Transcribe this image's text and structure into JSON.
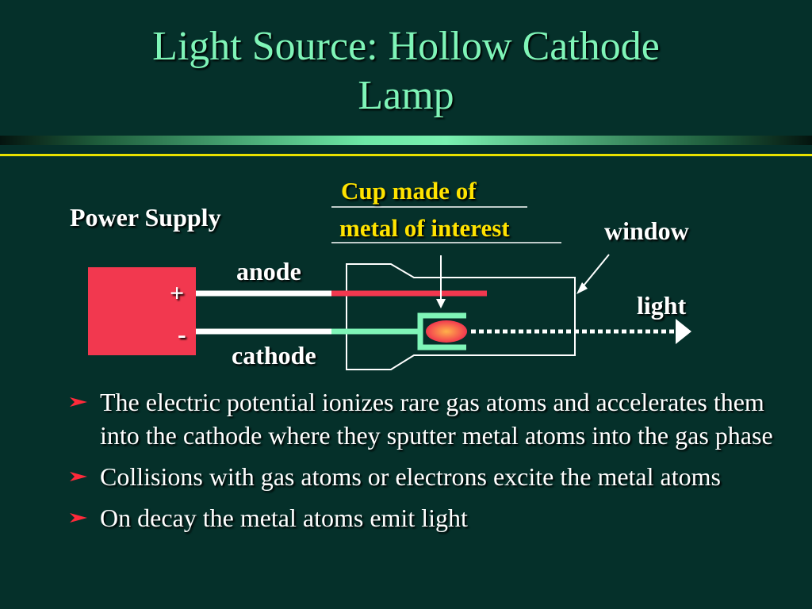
{
  "slide": {
    "title_line1": "Light Source: Hollow Cathode",
    "title_line2": "Lamp"
  },
  "diagram": {
    "power_supply_label": "Power Supply",
    "plus_label": "+",
    "minus_label": "-",
    "anode_label": "anode",
    "cathode_label": "cathode",
    "cup_label_line1": "Cup made of",
    "cup_label_line2": "metal of interest",
    "window_label": "window",
    "light_label": "light"
  },
  "bullets": [
    {
      "text": "The electric potential ionizes rare gas atoms and accelerates them into the cathode where they sputter metal atoms into the gas phase"
    },
    {
      "text": "Collisions with gas atoms or electrons excite the metal atoms"
    },
    {
      "text": "On decay the metal atoms emit light"
    }
  ],
  "colors": {
    "background": "#05302a",
    "title": "#7ff5b8",
    "power_supply": "#f2384f",
    "anode_wire": "#f2384f",
    "cathode_wire": "#7ff5b8",
    "cup_label": "#ffe300",
    "bullet": "#ff2a3a"
  }
}
